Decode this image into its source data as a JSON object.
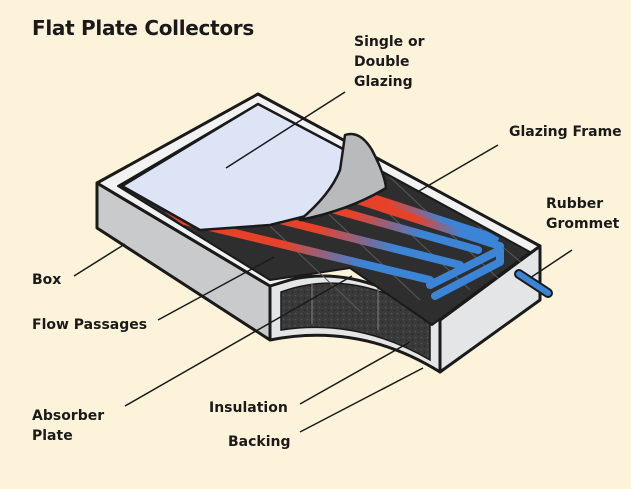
{
  "title": "Flat Plate Collectors",
  "labels": {
    "glazing": [
      "Single or",
      "Double",
      "Glazing"
    ],
    "glazing_frame": "Glazing Frame",
    "rubber_grommet": [
      "Rubber",
      "Grommet"
    ],
    "box": "Box",
    "flow_passages": "Flow Passages",
    "absorber_plate": [
      "Absorber",
      "Plate"
    ],
    "insulation": "Insulation",
    "backing": "Backing"
  },
  "colors": {
    "background": "#fdf3da",
    "outline": "#1a1a1a",
    "box_front": "#c9cacb",
    "box_side": "#e4e5e6",
    "glazing": "#dde4f5",
    "glazing_fold": "#b9babb",
    "absorber": "#2e2e2e",
    "hot_pipe": "#e8412a",
    "cold_pipe": "#3b84d6"
  }
}
